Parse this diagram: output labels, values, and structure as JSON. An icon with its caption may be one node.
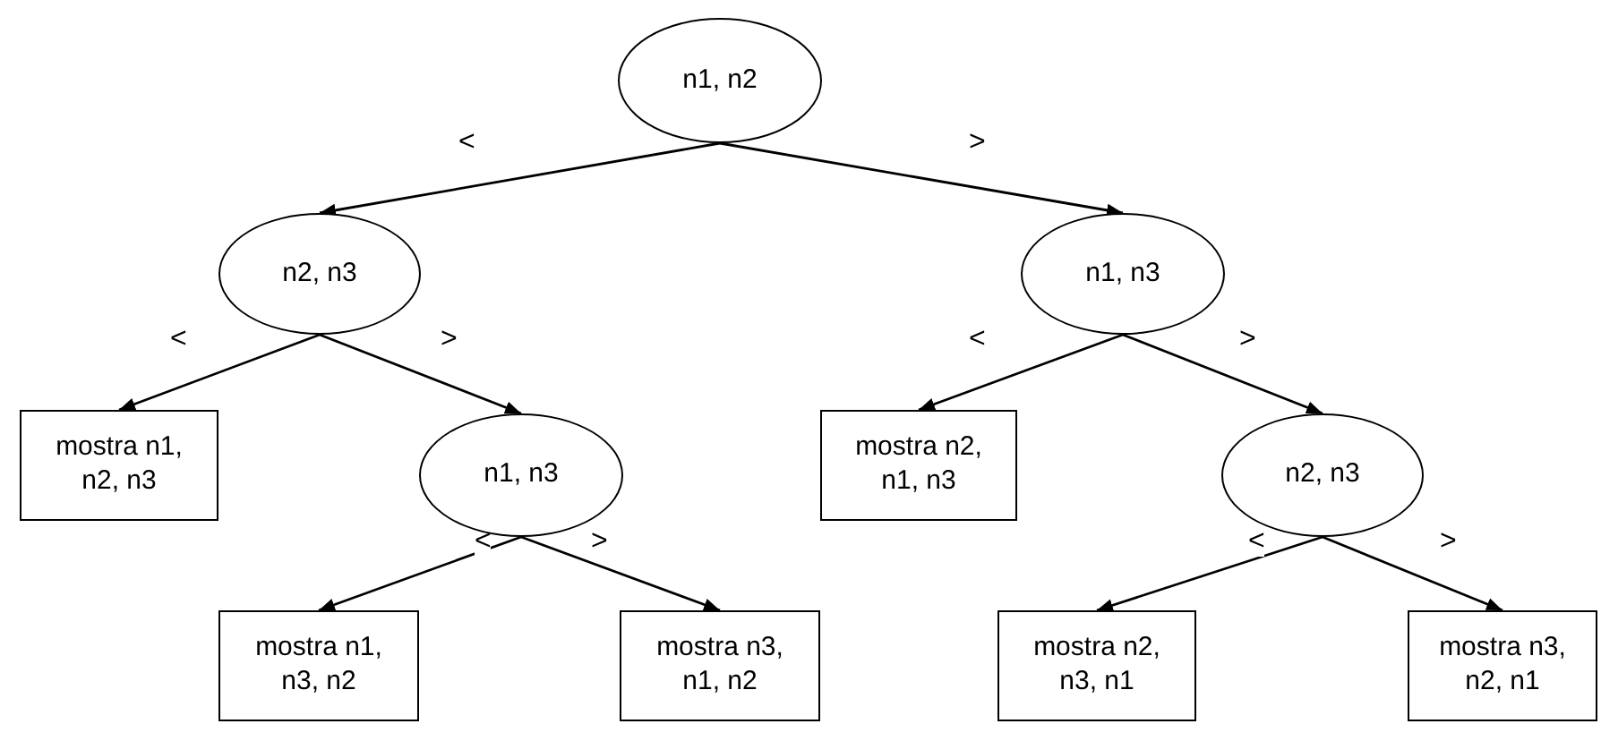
{
  "diagram": {
    "nodes": [
      {
        "text": [
          "n1, n2"
        ]
      },
      {
        "text": [
          "n2, n3"
        ]
      },
      {
        "text": [
          "n1, n3"
        ]
      },
      {
        "text": [
          "mostra n1, n2, n3"
        ]
      },
      {
        "text": [
          "n1, n3"
        ]
      },
      {
        "text": [
          "mostra n2, n1, n3"
        ]
      },
      {
        "text": [
          "n2, n3"
        ]
      },
      {
        "text": [
          "mostra n1, n3, n2"
        ]
      },
      {
        "text": [
          "mostra n3, n1, n2"
        ]
      },
      {
        "text": [
          "mostra n2, n3, n1"
        ]
      },
      {
        "text": [
          "mostra n3, n2, n1"
        ]
      }
    ],
    "edges": [
      {
        "from": 0,
        "to": 1,
        "arrow": "to",
        "label": "<"
      },
      {
        "from": 0,
        "to": 2,
        "arrow": "to",
        "label": ">"
      },
      {
        "from": 1,
        "to": 3,
        "arrow": "to",
        "label": "<"
      },
      {
        "from": 1,
        "to": 4,
        "arrow": "to",
        "label": ">"
      },
      {
        "from": 2,
        "to": 5,
        "arrow": "to",
        "label": "<"
      },
      {
        "from": 2,
        "to": 6,
        "arrow": "to",
        "label": ">"
      },
      {
        "from": 4,
        "to": 7,
        "arrow": "to",
        "label": "<"
      },
      {
        "from": 4,
        "to": 8,
        "arrow": "to",
        "label": ">"
      },
      {
        "from": 6,
        "to": 9,
        "arrow": "to",
        "label": "<"
      },
      {
        "from": 6,
        "to": 10,
        "arrow": "to",
        "label": ">"
      }
    ]
  }
}
